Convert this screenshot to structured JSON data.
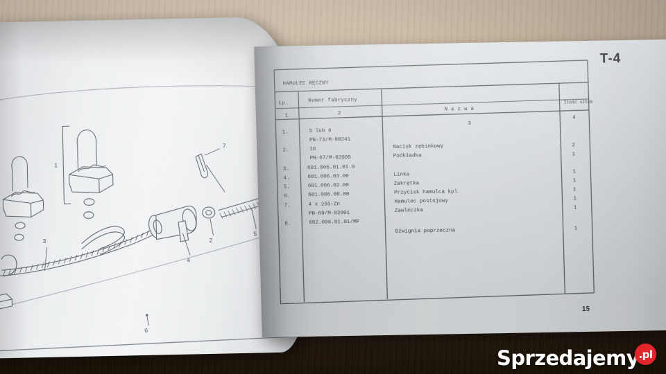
{
  "photo": {
    "subject": "spare-parts-catalog-open-book",
    "desk_color": "#8a7355",
    "page_color": "#e2e6e8",
    "ink_color": "#3b4247"
  },
  "right_page": {
    "section_title": "HAMULEC RĘCZNY",
    "plate_code": "T-4",
    "page_number": "15",
    "columns": [
      {
        "label": "Lp.",
        "index": "1"
      },
      {
        "label": "Numer fabryczny",
        "index": "2"
      },
      {
        "label": "N a z w a",
        "index": "3"
      },
      {
        "label": "Ilość sztuk",
        "index": "4"
      }
    ],
    "rows": [
      {
        "lp": "1.",
        "part_no": "5 lub 6",
        "part_no2": "PN-73/M-80241",
        "name": "",
        "qty": ""
      },
      {
        "lp": "2.",
        "part_no": "16",
        "part_no2": "PN-67/M-82005",
        "name": "Nacisk zębinkowy",
        "qty": "2"
      },
      {
        "lp": "",
        "part_no": "",
        "part_no2": "",
        "name": "Podkładka",
        "qty": "1"
      },
      {
        "lp": "3.",
        "part_no": "601.006.01.01.0",
        "part_no2": "",
        "name": "Linka",
        "qty": "1"
      },
      {
        "lp": "4.",
        "part_no": "601.006.03.00",
        "part_no2": "",
        "name": "Zakrętka",
        "qty": "1"
      },
      {
        "lp": "5.",
        "part_no": "601.006.02.00",
        "part_no2": "",
        "name": "Przycisk hamulca kpl.",
        "qty": "1"
      },
      {
        "lp": "6.",
        "part_no": "601.006.00.00",
        "part_no2": "",
        "name": "Hamulec postojowy",
        "qty": "1"
      },
      {
        "lp": "7.",
        "part_no": "4 x 25S-Zn",
        "part_no2": "PN-69/M-82001",
        "name": "Zawleczka",
        "qty": "1"
      },
      {
        "lp": "8.",
        "part_no": "602.006.01.01/MP",
        "part_no2": "",
        "name": "Dźwignia poprzeczna",
        "qty": "1"
      }
    ]
  },
  "left_page": {
    "figure_title": "hand-brake-exploded-diagram",
    "callouts": [
      "1",
      "2",
      "3",
      "4",
      "5",
      "6",
      "7"
    ]
  },
  "watermark": {
    "text": "Sprzedajemy",
    "badge": ".pl",
    "badge_color": "#e0252b"
  }
}
